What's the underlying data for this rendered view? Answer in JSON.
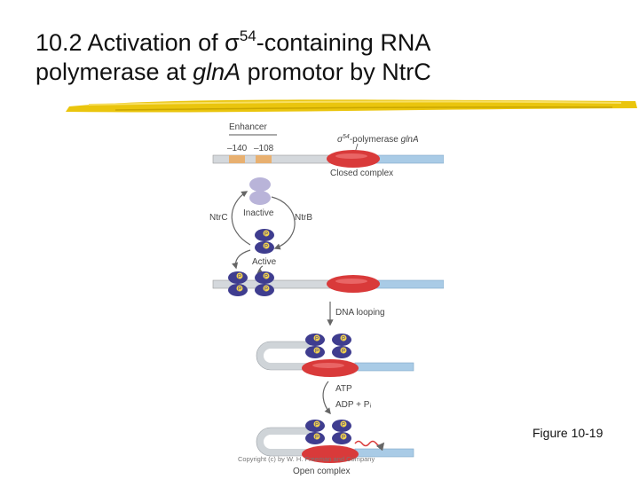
{
  "slide": {
    "title_prefix": "10.2 Activation of ",
    "title_sigma": "σ",
    "title_sup": "54",
    "title_suffix": "-containing RNA",
    "title_line2_start": "polymerase at ",
    "title_gene": "glnA",
    "title_line2_end": " promotor by NtrC",
    "figure_label": "Figure 10-19"
  },
  "diagram": {
    "enhancer": "Enhancer",
    "pos_140": "–140",
    "pos_108": "–108",
    "polymerase_label": "σ54-polymerase glnA",
    "closed_complex": "Closed complex",
    "ntrc": "NtrC",
    "inactive": "Inactive",
    "ntrb": "NtrB",
    "active": "Active",
    "p": "P",
    "dna_looping": "DNA looping",
    "atp": "ATP",
    "adp": "ADP + Pᵢ",
    "copyright": "Copyright (c) by W. H. Freeman and Company",
    "open_complex": "Open complex"
  },
  "colors": {
    "dna_gray": "#d4d8dc",
    "dna_blue": "#a9cbe6",
    "enhancer_orange": "#e8b070",
    "polymerase_red": "#d93a3a",
    "ntrc_inactive": "#b9b4d9",
    "ntrc_active": "#3f3d8f",
    "phosphate_yellow": "#f2d24c",
    "title_underline": "#e9c200"
  }
}
